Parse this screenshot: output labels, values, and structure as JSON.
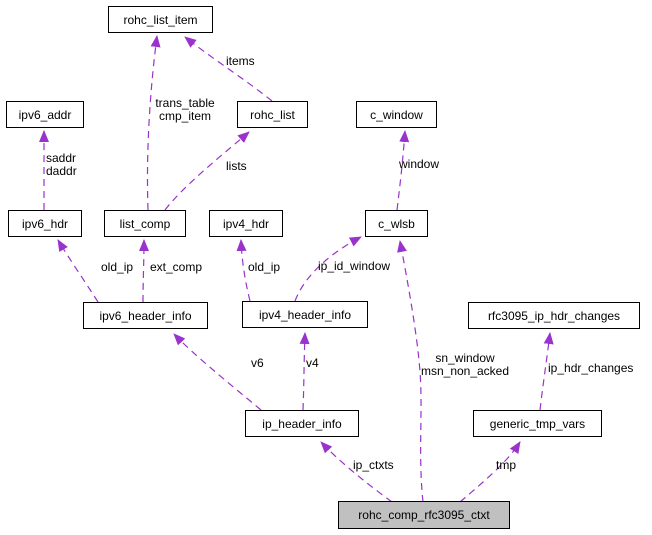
{
  "diagram": {
    "kind": "collaboration-graph",
    "colors": {
      "edge": "#9933cc",
      "node_border": "#000000",
      "node_fill": "#ffffff",
      "selected_node_fill": "#c0c0c0"
    },
    "nodes": [
      {
        "id": "rohc_list_item",
        "label": "rohc_list_item"
      },
      {
        "id": "ipv6_addr",
        "label": "ipv6_addr"
      },
      {
        "id": "rohc_list",
        "label": "rohc_list"
      },
      {
        "id": "c_window",
        "label": "c_window"
      },
      {
        "id": "ipv6_hdr",
        "label": "ipv6_hdr"
      },
      {
        "id": "list_comp",
        "label": "list_comp"
      },
      {
        "id": "ipv4_hdr",
        "label": "ipv4_hdr"
      },
      {
        "id": "c_wlsb",
        "label": "c_wlsb"
      },
      {
        "id": "ipv6_header_info",
        "label": "ipv6_header_info"
      },
      {
        "id": "ipv4_header_info",
        "label": "ipv4_header_info"
      },
      {
        "id": "rfc3095_ip_hdr_changes",
        "label": "rfc3095_ip_hdr_changes"
      },
      {
        "id": "ip_header_info",
        "label": "ip_header_info"
      },
      {
        "id": "generic_tmp_vars",
        "label": "generic_tmp_vars"
      },
      {
        "id": "rohc_comp_rfc3095_ctxt",
        "label": "rohc_comp_rfc3095_ctxt",
        "highlighted": true
      }
    ],
    "edges": [
      {
        "from": "ipv6_hdr",
        "to": "ipv6_addr",
        "label": "saddr\ndaddr"
      },
      {
        "from": "list_comp",
        "to": "rohc_list_item",
        "label": "trans_table\ncmp_item"
      },
      {
        "from": "rohc_list",
        "to": "rohc_list_item",
        "label": "items"
      },
      {
        "from": "list_comp",
        "to": "rohc_list",
        "label": "lists"
      },
      {
        "from": "c_wlsb",
        "to": "c_window",
        "label": "window"
      },
      {
        "from": "ipv6_header_info",
        "to": "ipv6_hdr",
        "label": "old_ip"
      },
      {
        "from": "ipv6_header_info",
        "to": "list_comp",
        "label": "ext_comp"
      },
      {
        "from": "ipv4_header_info",
        "to": "ipv4_hdr",
        "label": "old_ip"
      },
      {
        "from": "ipv4_header_info",
        "to": "c_wlsb",
        "label": "ip_id_window"
      },
      {
        "from": "ip_header_info",
        "to": "ipv6_header_info",
        "label": "v6"
      },
      {
        "from": "ip_header_info",
        "to": "ipv4_header_info",
        "label": "v4"
      },
      {
        "from": "generic_tmp_vars",
        "to": "rfc3095_ip_hdr_changes",
        "label": "ip_hdr_changes"
      },
      {
        "from": "rohc_comp_rfc3095_ctxt",
        "to": "ip_header_info",
        "label": "ip_ctxts"
      },
      {
        "from": "rohc_comp_rfc3095_ctxt",
        "to": "c_wlsb",
        "label": "sn_window\nmsn_non_acked"
      },
      {
        "from": "rohc_comp_rfc3095_ctxt",
        "to": "generic_tmp_vars",
        "label": "tmp"
      }
    ]
  }
}
